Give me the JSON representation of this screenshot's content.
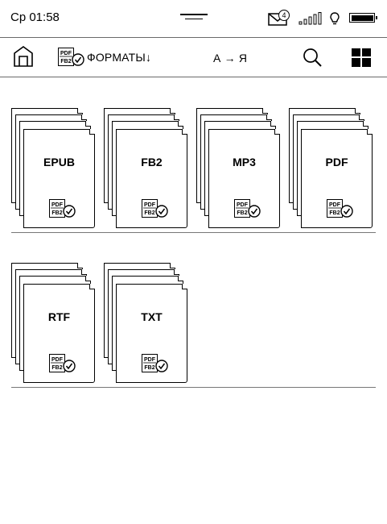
{
  "status": {
    "clock": "Ср 01:58",
    "mail_count": "4",
    "icons": [
      "menu-handle-icon",
      "mail-icon",
      "signal-icon",
      "frontlight-icon",
      "battery-icon"
    ]
  },
  "toolbar": {
    "home_icon": "home-icon",
    "sort_label": "ФОРМАТЫ",
    "sort_arrow": "↓",
    "order_label": "А → Я",
    "icons": [
      "search-icon",
      "grid-view-icon"
    ]
  },
  "formats": [
    {
      "label": "EPUB",
      "badge_top": "PDF",
      "badge_bottom": "FB2"
    },
    {
      "label": "FB2",
      "badge_top": "PDF",
      "badge_bottom": "FB2"
    },
    {
      "label": "MP3",
      "badge_top": "PDF",
      "badge_bottom": "FB2"
    },
    {
      "label": "PDF",
      "badge_top": "PDF",
      "badge_bottom": "FB2"
    },
    {
      "label": "RTF",
      "badge_top": "PDF",
      "badge_bottom": "FB2"
    },
    {
      "label": "TXT",
      "badge_top": "PDF",
      "badge_bottom": "FB2"
    }
  ]
}
